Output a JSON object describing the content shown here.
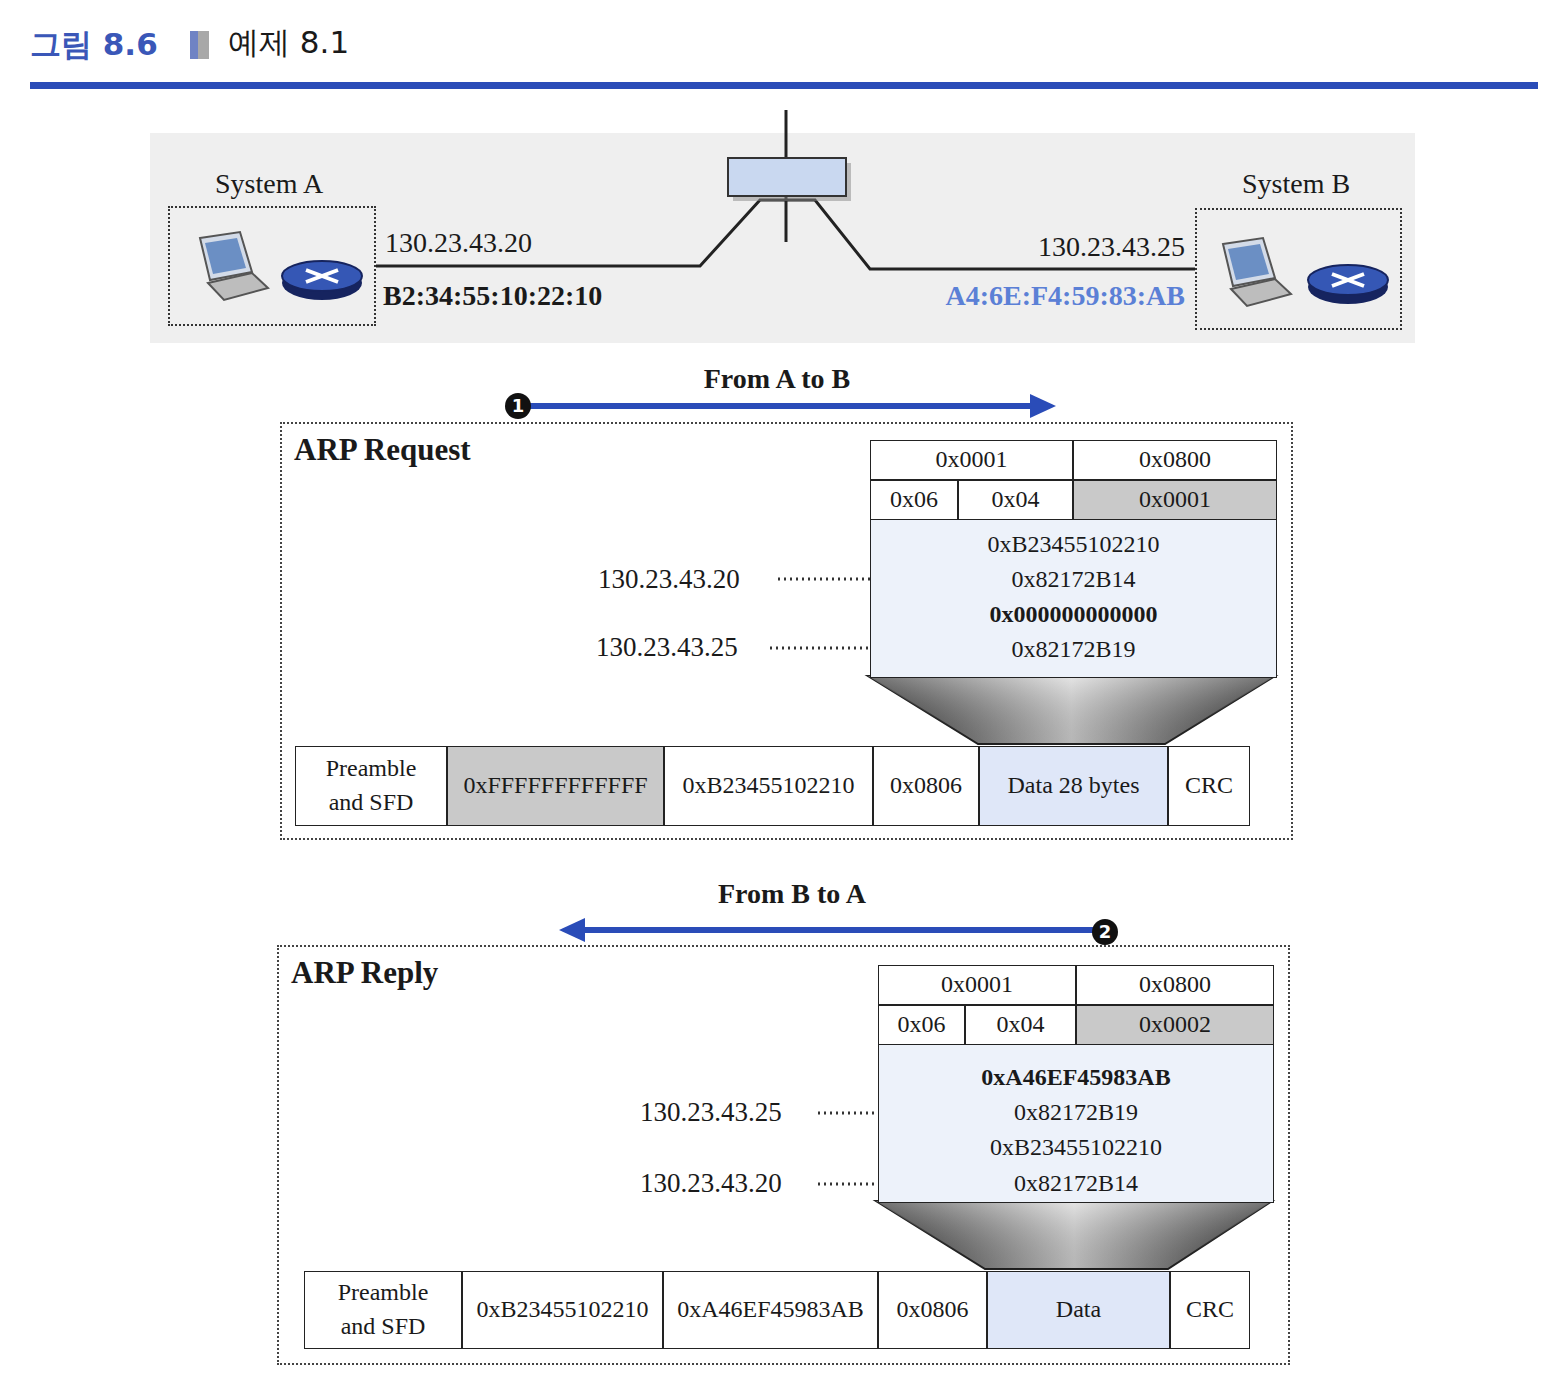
{
  "diagram": {
    "title": "그림 8.6",
    "nodes": [
      {
        "text": [
          "System A"
        ]
      },
      {
        "text": [
          "System B"
        ]
      },
      {
        "text": [
          "ARP Request"
        ]
      },
      {
        "text": [
          "0x0001"
        ],
        "in": 2
      },
      {
        "text": [
          "0x0800"
        ],
        "in": 2
      },
      {
        "text": [
          "0x06"
        ],
        "in": 2
      },
      {
        "text": [
          "0x04"
        ],
        "in": 2
      },
      {
        "text": [
          "0x0001"
        ],
        "in": 2
      },
      {
        "text": [
          "0xB23455102210",
          "0x82172B14",
          "0x000000000000",
          "0x82172B19"
        ],
        "in": 2
      },
      {
        "text": [
          "Preamble and SFD"
        ],
        "in": 2
      },
      {
        "text": [
          "0xFFFFFFFFFFFF"
        ],
        "in": 2
      },
      {
        "text": [
          "0xB23455102210"
        ],
        "in": 2
      },
      {
        "text": [
          "0x0806"
        ],
        "in": 2
      },
      {
        "text": [
          "Data 28 bytes"
        ],
        "in": 2
      },
      {
        "text": [
          "CRC"
        ],
        "in": 2
      },
      {
        "text": [
          "ARP Reply"
        ]
      },
      {
        "text": [
          "0x0001"
        ],
        "in": 15
      },
      {
        "text": [
          "0x0800"
        ],
        "in": 15
      },
      {
        "text": [
          "0x06"
        ],
        "in": 15
      },
      {
        "text": [
          "0x04"
        ],
        "in": 15
      },
      {
        "text": [
          "0x0002"
        ],
        "in": 15
      },
      {
        "text": [
          "0xA46EF45983AB",
          "0x82172B19",
          "0xB23455102210",
          "0x82172B14"
        ],
        "in": 15
      },
      {
        "text": [
          "Preamble and SFD"
        ],
        "in": 15
      },
      {
        "text": [
          "0xB23455102210"
        ],
        "in": 15
      },
      {
        "text": [
          "0xA46EF45983AB"
        ],
        "in": 15
      },
      {
        "text": [
          "0x0806"
        ],
        "in": 15
      },
      {
        "text": [
          "Data"
        ],
        "in": 15
      },
      {
        "text": [
          "CRC"
        ],
        "in": 15
      }
    ],
    "edges": [
      {
        "from": 0,
        "to": 1,
        "arrow": "none"
      }
    ],
    "labels": [
      "예제 8.1",
      "130.23.43.20",
      "B2:34:55:10:22:10",
      "130.23.43.25",
      "A4:6E:F4:59:83:AB",
      "From A to B",
      "1",
      "130.23.43.20",
      "130.23.43.25",
      "From B to A",
      "2",
      "130.23.43.25",
      "130.23.43.20"
    ]
  }
}
